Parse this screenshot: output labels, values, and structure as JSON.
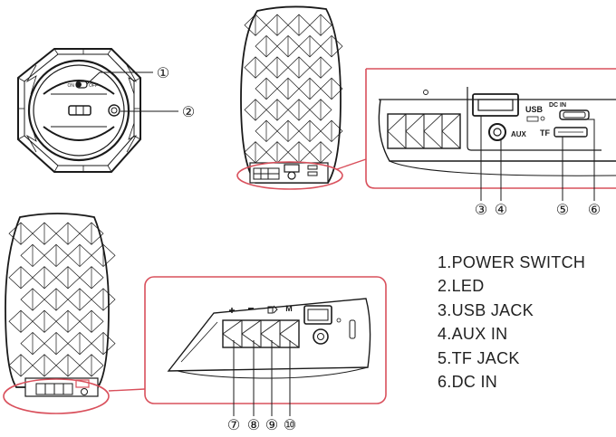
{
  "speaker_labels": {
    "on": "ON",
    "off": "OFF",
    "usb": "USB",
    "dc_in": "DC IN",
    "tf": "TF",
    "aux": "AUX",
    "mode": "M"
  },
  "callouts": {
    "c1": "①",
    "c2": "②",
    "c3": "③",
    "c4": "④",
    "c5": "⑤",
    "c6": "⑥",
    "c7": "⑦",
    "c8": "⑧",
    "c9": "⑨",
    "c10": "⑩"
  },
  "legend": [
    "1.POWER SWITCH",
    "2.LED",
    "3.USB JACK",
    "4.AUX IN",
    "5.TF JACK",
    "6.DC IN"
  ],
  "colors": {
    "line": "#1a1a1a",
    "highlight": "#d9505c",
    "text": "#222222"
  }
}
